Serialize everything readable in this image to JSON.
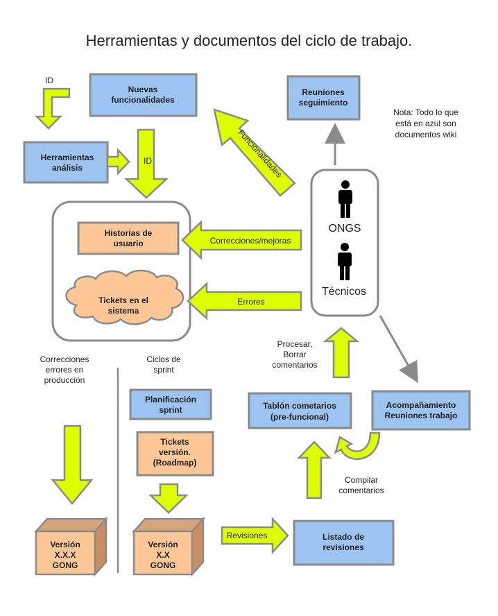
{
  "title": "Herramientas y documentos del ciclo de trabajo.",
  "note": [
    "Nota: Todo lo que",
    "está en azul son",
    "documentos wiki"
  ],
  "boxes": {
    "nuevas": [
      "Nuevas",
      "funcionalidades"
    ],
    "herramientas": [
      "Herramientas",
      "análisis"
    ],
    "reuniones": [
      "Reuniones",
      "seguimiento"
    ],
    "historias": [
      "Historias de",
      "usuario"
    ],
    "tickets": [
      "Tickets en el",
      "sistema"
    ],
    "planificacion": [
      "Planificación",
      "sprint"
    ],
    "tickets_version": [
      "Tickets",
      "versión.",
      "(Roadmap)"
    ],
    "tablon": [
      "Tablón cometarios",
      "(pre-funcional)"
    ],
    "acompanamiento": [
      "Acompañamiento",
      "Reuniones trabajo"
    ],
    "listado": [
      "Listado de",
      "revisiones"
    ],
    "version_xxx": [
      "Versión",
      "X.X.X",
      "GONG"
    ],
    "version_xx": [
      "Versión",
      "X.X",
      "GONG"
    ]
  },
  "arrows": {
    "id_top": "ID",
    "id_down": "ID",
    "funcionalidades": "Funcionalidades",
    "correcciones_mejoras": "Correcciones/mejoras",
    "errores": "Errores",
    "revisiones": "Revisiones"
  },
  "actors": {
    "ongs": "ONGS",
    "tecnicos": "Técnicos"
  },
  "labels": {
    "correcciones": [
      "Correcciones",
      "errores en",
      "producción"
    ],
    "ciclos": [
      "Ciclos de",
      "sprint"
    ],
    "procesar": [
      "Procesar,",
      "Borrar",
      "comentarios"
    ],
    "compilar": [
      "Compilar",
      "comentarios"
    ]
  },
  "colors": {
    "blue_box": "#9dc3f0",
    "orange_box": "#fdc797",
    "yellow_arrow": "#ddff00",
    "border": "#7a7a7a"
  }
}
